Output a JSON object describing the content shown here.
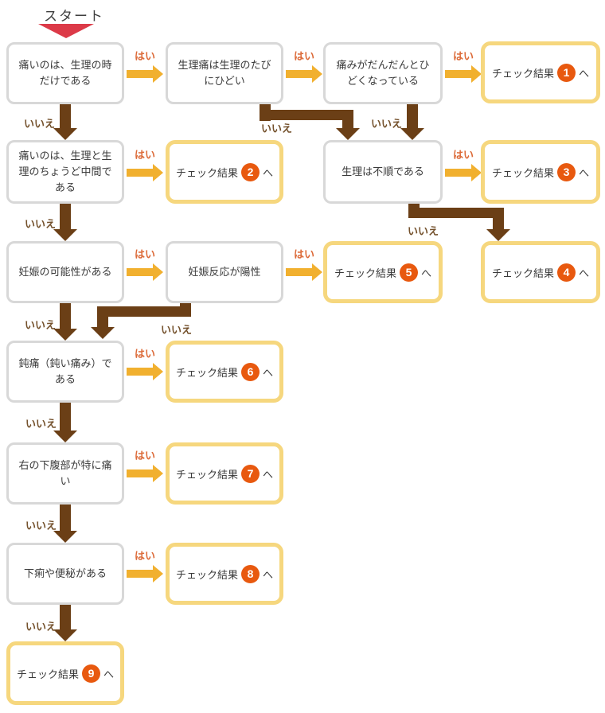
{
  "start": {
    "label": "スタート"
  },
  "labels": {
    "yes": "はい",
    "no": "いいえ"
  },
  "questions": {
    "q1": "痛いのは、生理の時だけである",
    "q2": "生理痛は生理のたびにひどい",
    "q3": "痛みがだんだんとひどくなっている",
    "q4": "痛いのは、生理と生理のちょうど中間である",
    "q5": "生理は不順である",
    "q6": "妊娠の可能性がある",
    "q7": "妊娠反応が陽性",
    "q8": "鈍痛（鈍い痛み）である",
    "q9": "右の下腹部が特に痛い",
    "q10": "下痢や便秘がある"
  },
  "results": {
    "prefix": "チェック結果",
    "suffix": "へ",
    "numbers": {
      "r1": "1",
      "r2": "2",
      "r3": "3",
      "r4": "4",
      "r5": "5",
      "r6": "6",
      "r7": "7",
      "r8": "8",
      "r9": "9"
    }
  },
  "colors": {
    "yes_arrow": "#f1b02f",
    "yes_label": "#dc6a38",
    "no_arrow": "#6b3f16",
    "no_label": "#74512c",
    "question_border": "#d8d8d8",
    "result_border": "#f6d77e",
    "badge": "#e8590f",
    "badge_text": "#ffffff",
    "start_arrow": "#dc3a48",
    "text": "#3a3a3a"
  }
}
